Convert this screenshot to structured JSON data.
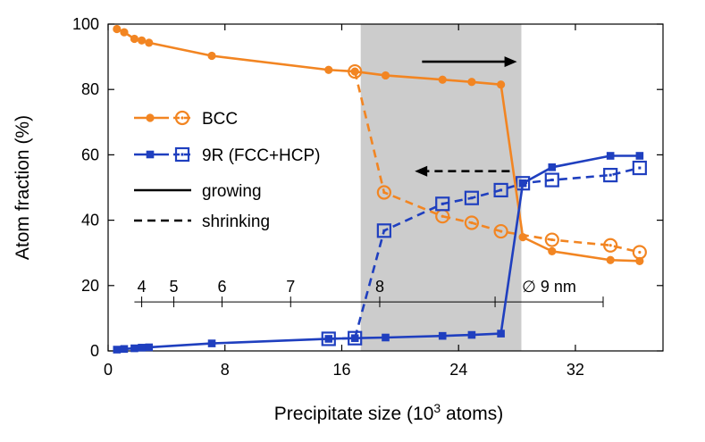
{
  "chart_data": {
    "type": "line",
    "xlabel": "Precipitate size (10",
    "xlabel_sup": "3",
    "xlabel_tail": " atoms)",
    "ylabel": "Atom fraction (%)",
    "xlim": [
      0,
      38
    ],
    "ylim": [
      0,
      100
    ],
    "xticks": [
      0,
      8,
      16,
      24,
      32
    ],
    "yticks": [
      0,
      20,
      40,
      60,
      80,
      100
    ],
    "shaded_region": [
      17.3,
      28.3
    ],
    "colors": {
      "bcc": "#F28522",
      "ninr": "#1F3FBF",
      "shade": "#CCCCCC"
    },
    "series": [
      {
        "name": "BCC",
        "mode": "growing",
        "marker": "filled-circle",
        "x": [
          0.6,
          1.1,
          1.8,
          2.3,
          2.8,
          7.1,
          15.1,
          16.9,
          19.0,
          22.9,
          24.9,
          26.9,
          28.4,
          30.4,
          34.4,
          36.4
        ],
        "y": [
          98.5,
          97.5,
          95.5,
          95.0,
          94.3,
          90.3,
          86.0,
          85.5,
          84.3,
          83.0,
          82.3,
          81.5,
          34.8,
          30.5,
          27.8,
          27.5
        ]
      },
      {
        "name": "9R (FCC+HCP)",
        "mode": "growing",
        "marker": "filled-square",
        "x": [
          0.6,
          1.1,
          1.8,
          2.3,
          2.8,
          7.1,
          15.1,
          16.9,
          19.0,
          22.9,
          24.9,
          26.9,
          28.4,
          30.4,
          34.4,
          36.4
        ],
        "y": [
          0.4,
          0.6,
          0.8,
          1.0,
          1.1,
          2.3,
          3.7,
          3.9,
          4.1,
          4.6,
          4.9,
          5.3,
          51.3,
          56.2,
          59.7,
          59.7
        ]
      },
      {
        "name": "BCC",
        "mode": "shrinking",
        "marker": "open-circle",
        "x": [
          16.9,
          18.9,
          22.9,
          24.9,
          26.9,
          30.4,
          34.4,
          36.4
        ],
        "y": [
          85.5,
          48.5,
          41.2,
          39.2,
          36.6,
          34.0,
          32.3,
          30.2
        ]
      },
      {
        "name": "9R (FCC+HCP)",
        "mode": "shrinking",
        "marker": "open-square",
        "x": [
          15.1,
          16.9,
          18.9,
          22.9,
          24.9,
          26.9,
          28.4,
          30.4,
          34.4,
          36.4
        ],
        "y": [
          3.7,
          3.9,
          36.8,
          45.0,
          46.8,
          49.2,
          51.3,
          52.3,
          53.8,
          56.0
        ]
      }
    ],
    "legend": {
      "position": "left-middle",
      "entries": [
        {
          "label": "BCC",
          "style": "bcc"
        },
        {
          "label": "9R (FCC+HCP)",
          "style": "ninr"
        },
        {
          "label": "growing",
          "style": "solid"
        },
        {
          "label": "shrinking",
          "style": "dashed"
        }
      ]
    },
    "arrows": [
      {
        "direction": "right",
        "style": "solid",
        "x_from": 21.5,
        "x_to": 28.0,
        "y": 88.5
      },
      {
        "direction": "left",
        "style": "dashed",
        "x_from": 27.5,
        "x_to": 21.0,
        "y": 55.0
      }
    ],
    "diameter_axis": {
      "y": 15.0,
      "range_x": [
        1.8,
        33.9
      ],
      "ticks": [
        {
          "label": "4",
          "x": 2.3
        },
        {
          "label": "5",
          "x": 4.5
        },
        {
          "label": "6",
          "x": 7.8
        },
        {
          "label": "7",
          "x": 12.5
        },
        {
          "label": "8",
          "x": 18.6
        },
        {
          "label": "9",
          "x": 26.5
        },
        {
          "label": "",
          "x": 33.9
        }
      ],
      "unit_label": "∅ 9 nm",
      "unit_label_x": 30.2
    }
  }
}
